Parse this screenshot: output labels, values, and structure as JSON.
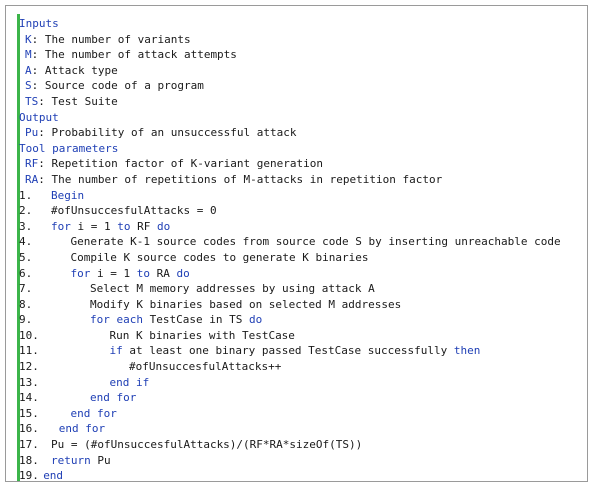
{
  "header": [
    {
      "label": "Inputs"
    },
    {
      "key": "K",
      "desc": "The number of variants"
    },
    {
      "key": "M",
      "desc": "The number of attack attempts"
    },
    {
      "key": "A",
      "desc": "Attack type"
    },
    {
      "key": "S",
      "desc": "Source code of a program"
    },
    {
      "key": "TS",
      "desc": "Test Suite"
    },
    {
      "label": "Output"
    },
    {
      "key": "Pu",
      "desc": "Probability of an unsuccessful attack"
    },
    {
      "label": "Tool parameters"
    },
    {
      "key": "RF",
      "desc": "Repetition factor of K-variant generation"
    },
    {
      "key": "RA",
      "desc": "The number of repetitions of M-attacks in repetition factor"
    }
  ],
  "lines": [
    {
      "n": "1.",
      "i": 0,
      "p": [
        {
          "t": "Begin",
          "k": 1
        }
      ]
    },
    {
      "n": "2.",
      "i": 0,
      "p": [
        {
          "t": "#ofUnsuccesfulAttacks = 0",
          "k": 0
        }
      ]
    },
    {
      "n": "3.",
      "i": 0,
      "p": [
        {
          "t": "for",
          "k": 1
        },
        {
          "t": " i = 1 ",
          "k": 0
        },
        {
          "t": "to",
          "k": 1
        },
        {
          "t": " RF ",
          "k": 0
        },
        {
          "t": "do",
          "k": 1
        }
      ]
    },
    {
      "n": "4.",
      "i": 1,
      "p": [
        {
          "t": "Generate K-1 source codes from source code S by inserting unreachable code",
          "k": 0
        }
      ]
    },
    {
      "n": "5.",
      "i": 1,
      "p": [
        {
          "t": "Compile K source codes to generate K binaries",
          "k": 0
        }
      ]
    },
    {
      "n": "6.",
      "i": 1,
      "p": [
        {
          "t": "for",
          "k": 1
        },
        {
          "t": " i = 1 ",
          "k": 0
        },
        {
          "t": "to",
          "k": 1
        },
        {
          "t": " RA ",
          "k": 0
        },
        {
          "t": "do",
          "k": 1
        }
      ]
    },
    {
      "n": "7.",
      "i": 2,
      "p": [
        {
          "t": "Select M memory addresses by using attack A",
          "k": 0
        }
      ]
    },
    {
      "n": "8.",
      "i": 2,
      "p": [
        {
          "t": "Modify K binaries based on selected M addresses",
          "k": 0
        }
      ]
    },
    {
      "n": "9.",
      "i": 2,
      "p": [
        {
          "t": "for each",
          "k": 1
        },
        {
          "t": " TestCase in TS ",
          "k": 0
        },
        {
          "t": "do",
          "k": 1
        }
      ]
    },
    {
      "n": "10.",
      "i": 3,
      "p": [
        {
          "t": "Run K binaries with TestCase",
          "k": 0
        }
      ]
    },
    {
      "n": "11.",
      "i": 3,
      "p": [
        {
          "t": "if",
          "k": 1
        },
        {
          "t": " at least one binary passed TestCase successfully ",
          "k": 0
        },
        {
          "t": "then",
          "k": 1
        }
      ]
    },
    {
      "n": "12.",
      "i": 4,
      "p": [
        {
          "t": "#ofUnsuccesfulAttacks++",
          "k": 0
        }
      ]
    },
    {
      "n": "13.",
      "i": 3,
      "p": [
        {
          "t": "end if",
          "k": 1
        }
      ]
    },
    {
      "n": "14.",
      "i": 2,
      "p": [
        {
          "t": "end for",
          "k": 1
        }
      ]
    },
    {
      "n": "15.",
      "i": 1,
      "p": [
        {
          "t": "end for",
          "k": 1
        }
      ]
    },
    {
      "n": "16.",
      "i": 0.4,
      "p": [
        {
          "t": "end for",
          "k": 1
        }
      ]
    },
    {
      "n": "17.",
      "i": 0,
      "p": [
        {
          "t": "Pu = (#ofUnsuccesfulAttacks)/(RF*RA*sizeOf(TS))",
          "k": 0
        }
      ]
    },
    {
      "n": "18.",
      "i": 0,
      "p": [
        {
          "t": "return",
          "k": 1
        },
        {
          "t": " Pu",
          "k": 0
        }
      ]
    },
    {
      "n": "19.",
      "i": -0.4,
      "p": [
        {
          "t": "end",
          "k": 1
        }
      ]
    }
  ]
}
